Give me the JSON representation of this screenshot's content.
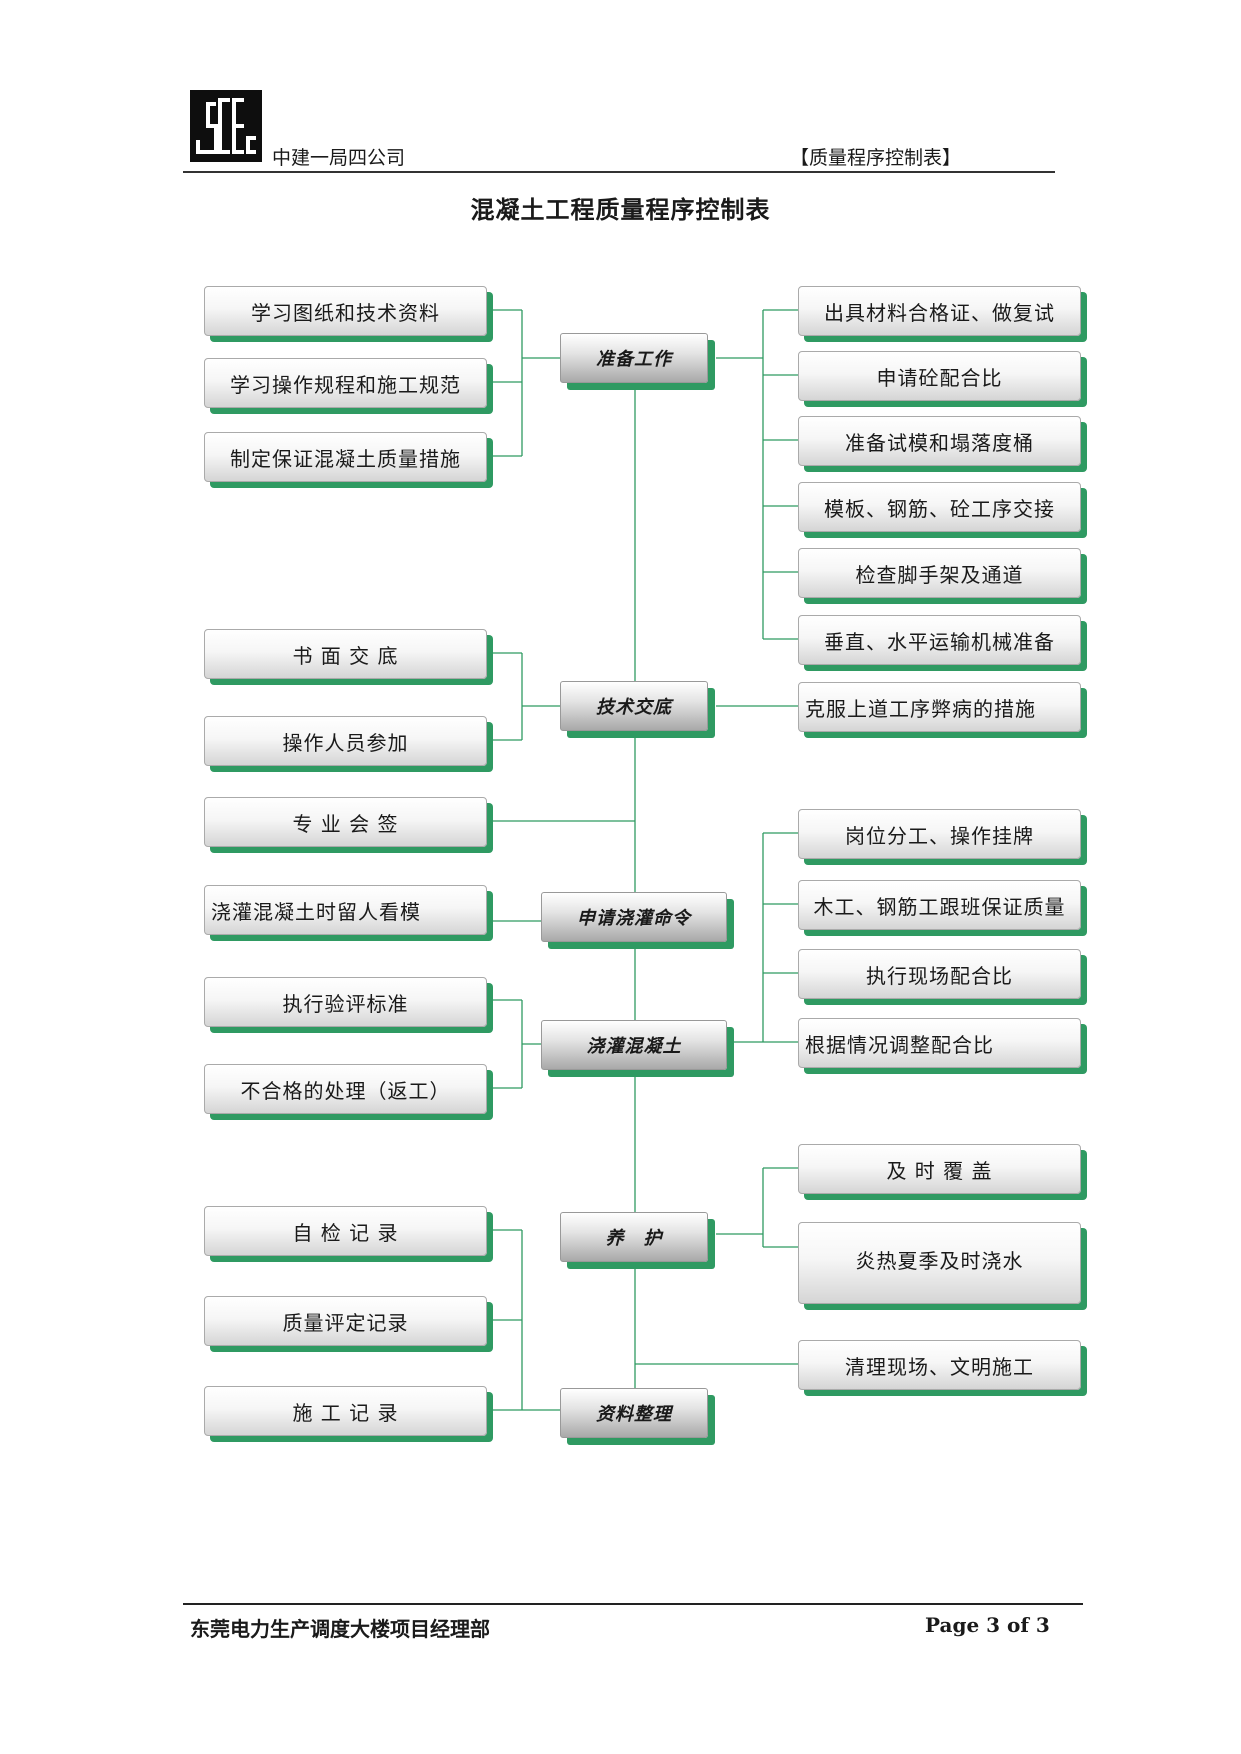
{
  "header": {
    "company": "中建一局四公司",
    "doc_type": "【质量程序控制表】"
  },
  "title": "混凝土工程质量程序控制表",
  "stages": {
    "prep": "准备工作",
    "brief": "技术交底",
    "request": "申请浇灌命令",
    "pour": "浇灌混凝土",
    "cure": "养　护",
    "records": "资料整理"
  },
  "items": {
    "l1": "学习图纸和技术资料",
    "l2": "学习操作规程和施工规范",
    "l3": "制定保证混凝土质量措施",
    "l4": "书 面 交 底",
    "l5": "操作人员参加",
    "l6": "专 业 会 签",
    "l7": "浇灌混凝土时留人看模",
    "l8": "执行验评标准",
    "l9": "不合格的处理（返工）",
    "l10": "自 检 记 录",
    "l11": "质量评定记录",
    "l12": "施 工 记 录",
    "r1": "出具材料合格证、做复试",
    "r2": "申请砼配合比",
    "r3": "准备试模和塌落度桶",
    "r4": "模板、钢筋、砼工序交接",
    "r5": "检查脚手架及通道",
    "r6": "垂直、水平运输机械准备",
    "r7": "克服上道工序弊病的措施",
    "r8": "岗位分工、操作挂牌",
    "r9": "木工、钢筋工跟班保证质量",
    "r10": "执行现场配合比",
    "r11": "根据情况调整配合比",
    "r12": "及 时 覆 盖",
    "r13": "炎热夏季及时浇水",
    "r14": "清理现场、文明施工"
  },
  "footer": {
    "project": "东莞电力生产调度大楼项目经理部",
    "page": "Page 3 of 3"
  },
  "colors": {
    "shadow": "#2f9a62",
    "connector": "#2f9a62"
  }
}
